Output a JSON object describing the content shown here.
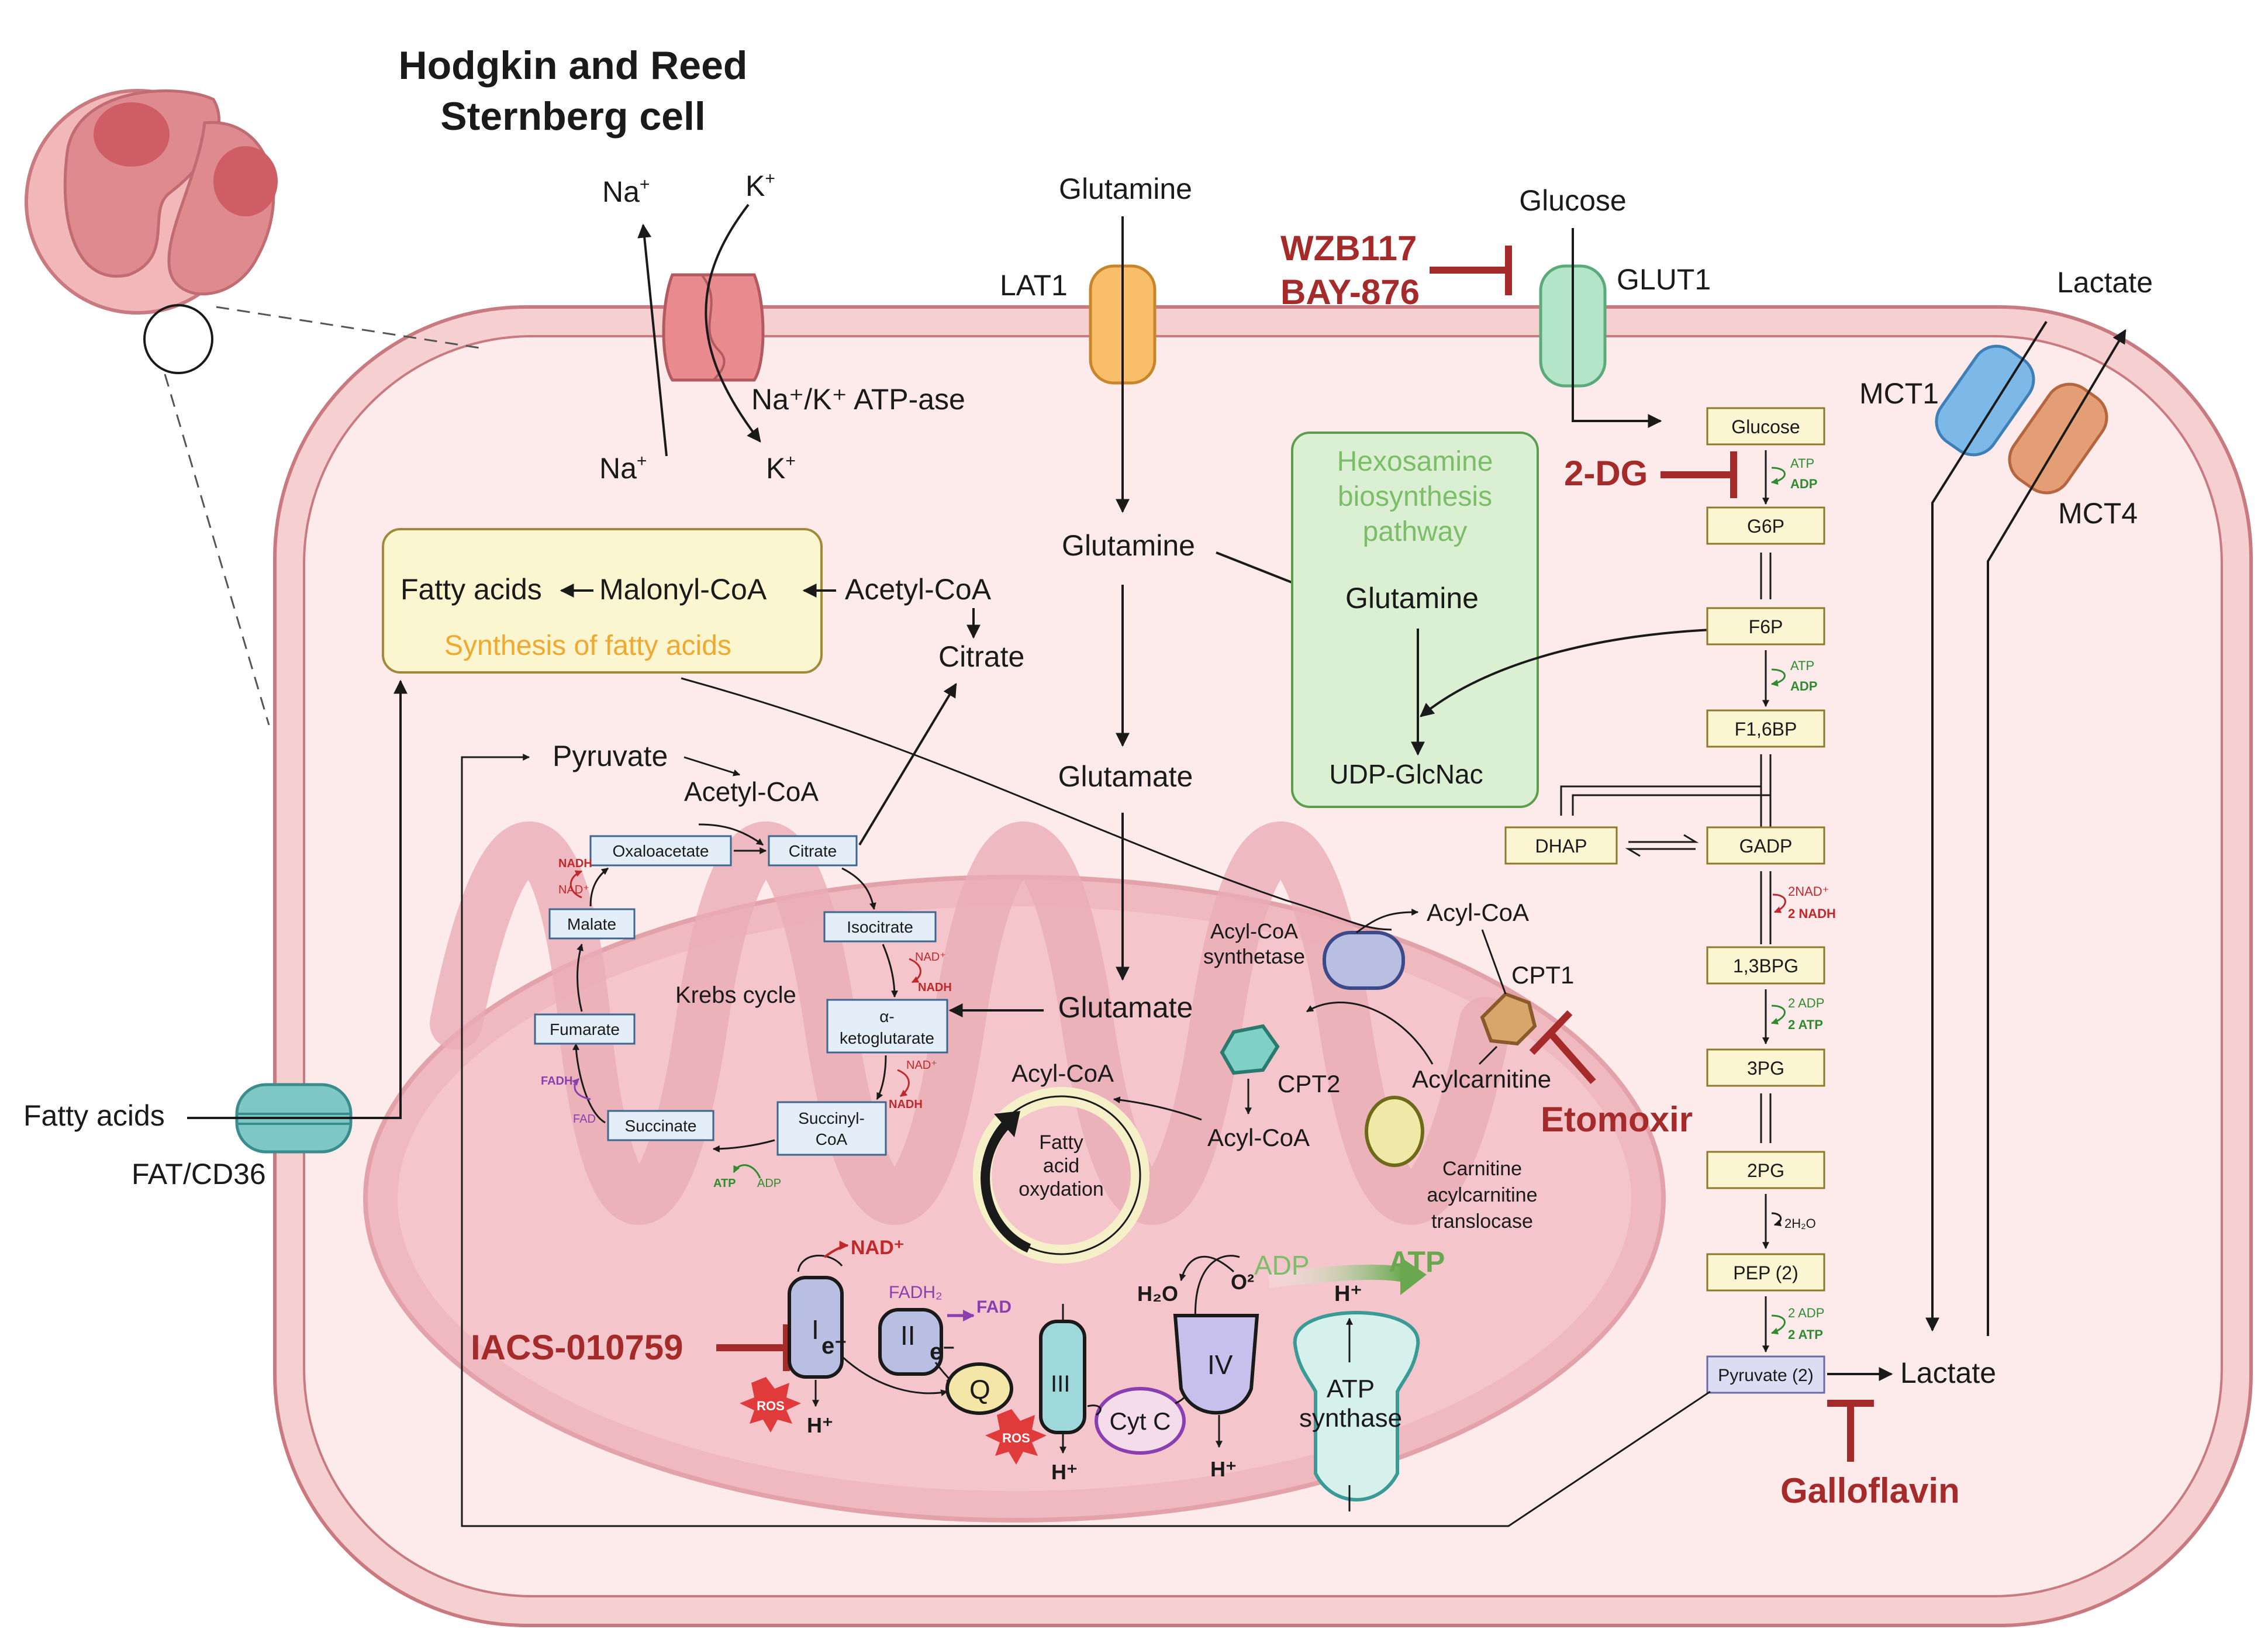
{
  "title": [
    "Hodgkin and Reed",
    "Sternberg cell"
  ],
  "membrane": {
    "na_out": "Na",
    "k_out": "K",
    "na_in": "Na",
    "k_in": "K",
    "plus": "+",
    "atpase": "Na⁺/K⁺ ATP-ase",
    "lat1": "LAT1",
    "glut1": "GLUT1",
    "mct1": "MCT1",
    "mct4": "MCT4",
    "fat_cd36": "FAT/CD36"
  },
  "outside": {
    "glutamine": "Glutamine",
    "glucose": "Glucose",
    "lactate": "Lactate",
    "fatty_acids": "Fatty acids"
  },
  "inhibitors": {
    "wzb117": "WZB117",
    "bay876": "BAY-876",
    "two_dg": "2-DG",
    "etomoxir": "Etomoxir",
    "galloflavin": "Galloflavin",
    "iacs": "IACS-010759"
  },
  "fas": {
    "fatty_acids": "Fatty acids",
    "malonyl": "Malonyl-CoA",
    "acetyl": "Acetyl-CoA",
    "citrate": "Citrate",
    "label": "Synthesis of fatty acids"
  },
  "hexosamine": {
    "label": [
      "Hexosamine",
      "biosynthesis",
      "pathway"
    ],
    "glutamine": "Glutamine",
    "udp": "UDP-GlcNac"
  },
  "glutaminolysis": {
    "glutamine": "Glutamine",
    "glutamate1": "Glutamate",
    "glutamate2": "Glutamate"
  },
  "glycolysis": {
    "glucose": "Glucose",
    "g6p": "G6P",
    "f6p": "F6P",
    "f16bp": "F1,6BP",
    "dhap": "DHAP",
    "gadp": "GADP",
    "bpg": "1,3BPG",
    "pg3": "3PG",
    "pg2": "2PG",
    "pep": "PEP (2)",
    "pyruvate": "Pyruvate (2)",
    "lactate": "Lactate",
    "atp": "ATP",
    "adp": "ADP",
    "nad2": "2NAD⁺",
    "nadh2": "2 NADH",
    "adp2": "2 ADP",
    "atp2": "2 ATP",
    "h2o": "2H₂O"
  },
  "krebs": {
    "pyruvate": "Pyruvate",
    "acetyl": "Acetyl-CoA",
    "title": "Krebs cycle",
    "oxaloacetate": "Oxaloacetate",
    "citrate": "Citrate",
    "isocitrate": "Isocitrate",
    "akg": [
      "α-",
      "ketoglutarate"
    ],
    "succinyl": [
      "Succinyl-",
      "CoA"
    ],
    "succinate": "Succinate",
    "fumarate": "Fumarate",
    "malate": "Malate",
    "nad": "NAD⁺",
    "nadh": "NADH",
    "fadh2": "FADH₂",
    "fad": "FAD",
    "atp": "ATP",
    "adp": "ADP"
  },
  "fao": {
    "acyl_coa_cyto": "Acyl-CoA",
    "synthetase": [
      "Acyl-CoA",
      "synthetase"
    ],
    "cpt1": "CPT1",
    "acylcarnitine": "Acylcarnitine",
    "cpt2": "CPT2",
    "acyl_coa_mito": "Acyl-CoA",
    "acyl_coa_cycle": "Acyl-CoA",
    "cycle": [
      "Fatty",
      "acid",
      "oxydation"
    ],
    "translocase": [
      "Carnitine",
      "acylcarnitine",
      "translocase"
    ]
  },
  "etc": {
    "c1": "I",
    "c2": "II",
    "c3": "III",
    "c4": "IV",
    "q": "Q",
    "cytc": "Cyt C",
    "e": "e⁻",
    "h": "H⁺",
    "nad": "NAD⁺",
    "fadh2": "FADH₂",
    "fad": "FAD",
    "ros": "ROS",
    "h2o": "H₂O",
    "o2": "O²",
    "adp": "ADP",
    "atp": "ATP",
    "synthase": [
      "ATP",
      "synthase"
    ]
  },
  "colors": {
    "cell": "#f6cfd0",
    "cytoplasm": "#fdebec",
    "mitochondrion": "#efb9bf",
    "inhibitor": "#a52a2a",
    "green_box": "#dbf0d2",
    "green_text": "#7cbd6a",
    "orange_text": "#f0a830"
  }
}
